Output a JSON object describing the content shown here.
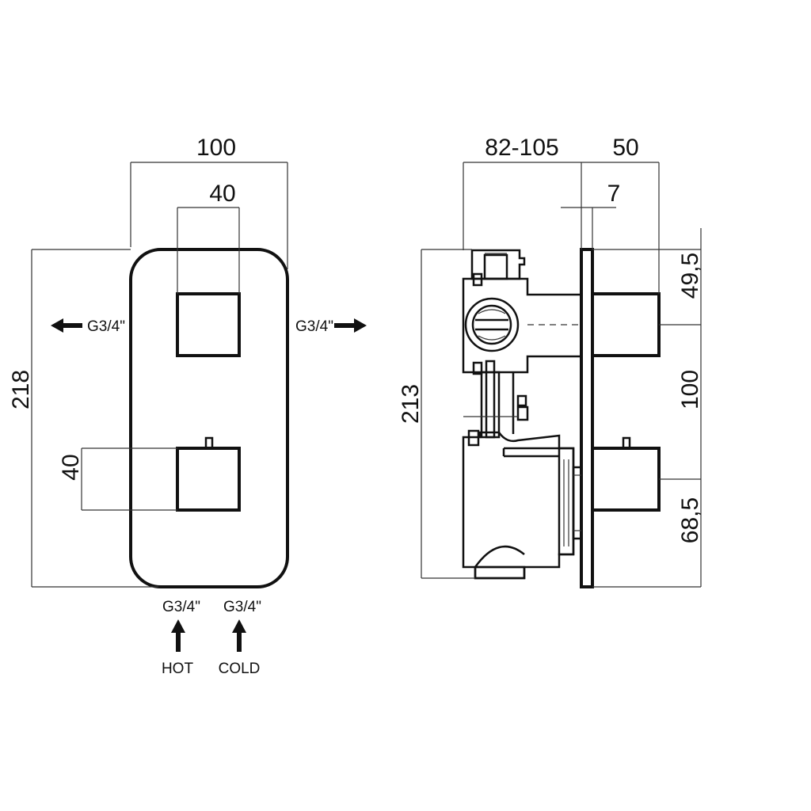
{
  "front_view": {
    "dims": {
      "width": "100",
      "knob_width": "40",
      "height": "218",
      "knob_height": "40"
    },
    "outlet_left": "G3/4\"",
    "outlet_right": "G3/4\"",
    "inlet_hot": {
      "size": "G3/4\"",
      "label": "HOT"
    },
    "inlet_cold": {
      "size": "G3/4\"",
      "label": "COLD"
    }
  },
  "side_view": {
    "dims": {
      "depth": "82-105",
      "projection": "50",
      "plate": "7",
      "height": "213",
      "top": "49,5",
      "spacing": "100",
      "bottom": "68,5"
    }
  }
}
